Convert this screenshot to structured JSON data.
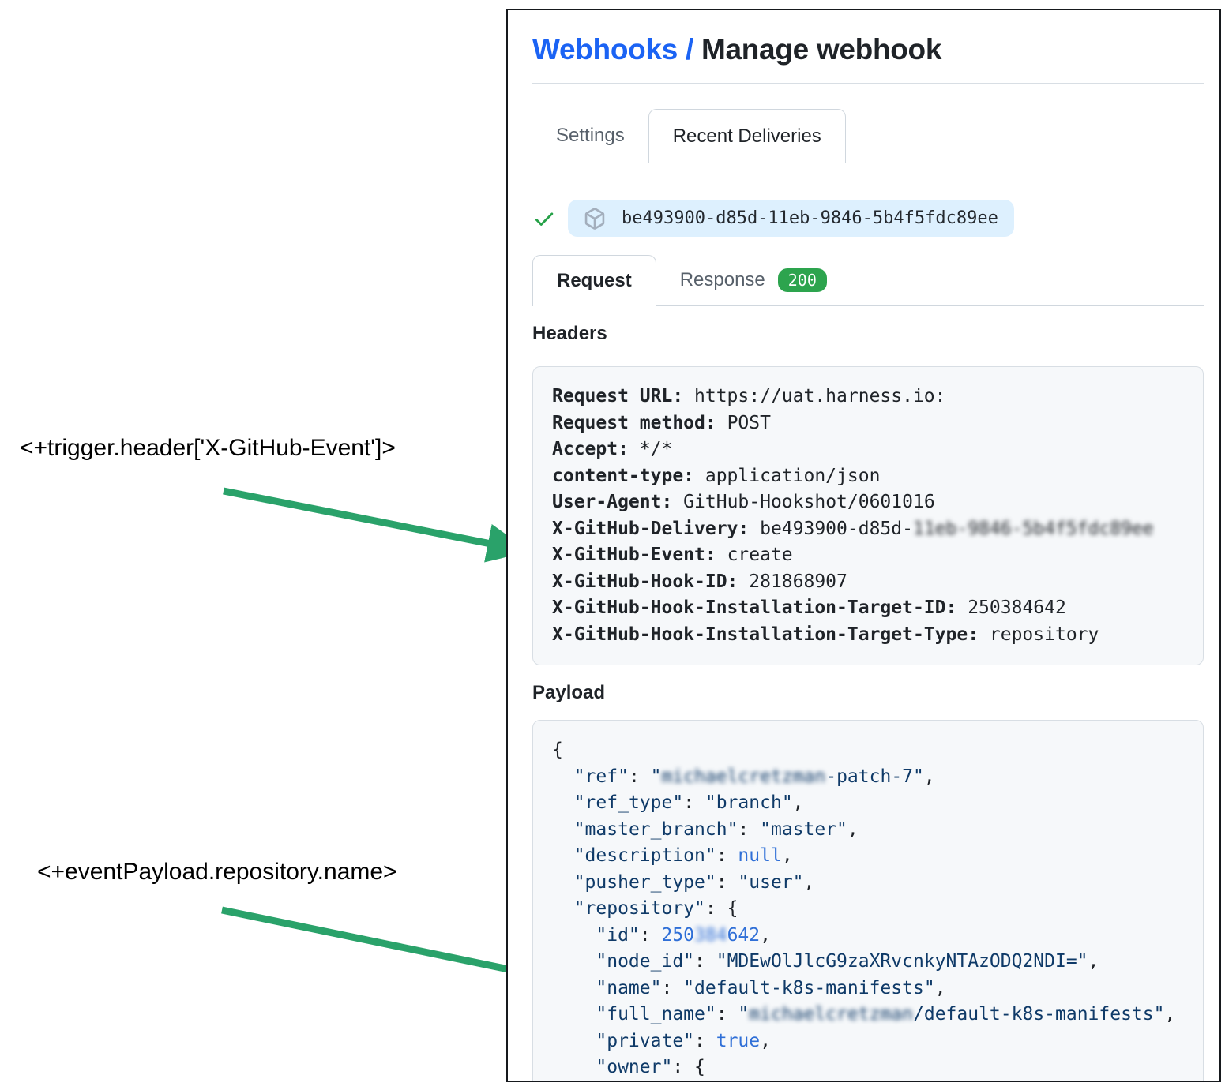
{
  "annotations": {
    "trigger_header_expression": "<+trigger.header['X-GitHub-Event']>",
    "event_payload_expression": "<+eventPayload.repository.name>",
    "arrow_color": "#2aa26a"
  },
  "header": {
    "breadcrumb_link": "Webhooks /",
    "title": "Manage webhook"
  },
  "tabs": {
    "settings": "Settings",
    "recent_deliveries": "Recent Deliveries"
  },
  "delivery": {
    "status": "success",
    "status_icon": "check-icon",
    "guid_icon": "package-icon",
    "guid": "be493900-d85d-11eb-9846-5b4f5fdc89ee",
    "check_color": "#26a148",
    "pill_background": "#ddf0fe"
  },
  "subtabs": {
    "request": "Request",
    "response": "Response",
    "response_status": "200",
    "status_color": "#2da44e"
  },
  "request_view": {
    "headers_title": "Headers",
    "headers": [
      {
        "label": "Request URL:",
        "value": "https://uat.harness.io:"
      },
      {
        "label": "Request method:",
        "value": "POST"
      },
      {
        "label": "Accept:",
        "value": "*/*"
      },
      {
        "label": "content-type:",
        "value": "application/json"
      },
      {
        "label": "User-Agent:",
        "value": "GitHub-Hookshot/0601016"
      },
      {
        "label": "X-GitHub-Delivery:",
        "value": "be493900-d85d-",
        "value_redacted": "11eb-9846-5b4f5fdc89ee"
      },
      {
        "label": "X-GitHub-Event:",
        "value": "create"
      },
      {
        "label": "X-GitHub-Hook-ID:",
        "value": "281868907"
      },
      {
        "label": "X-GitHub-Hook-Installation-Target-ID:",
        "value": "250384642"
      },
      {
        "label": "X-GitHub-Hook-Installation-Target-Type:",
        "value": "repository"
      }
    ],
    "payload_title": "Payload",
    "payload_lines": [
      [
        {
          "t": "{",
          "c": "p"
        }
      ],
      [
        {
          "t": "  ",
          "c": "p"
        },
        {
          "t": "\"ref\"",
          "c": "s"
        },
        {
          "t": ": ",
          "c": "p"
        },
        {
          "t": "\"",
          "c": "s"
        },
        {
          "t": "michaelcretzman",
          "c": "s",
          "b": true
        },
        {
          "t": "-patch-7\"",
          "c": "s"
        },
        {
          "t": ",",
          "c": "p"
        }
      ],
      [
        {
          "t": "  ",
          "c": "p"
        },
        {
          "t": "\"ref_type\"",
          "c": "s"
        },
        {
          "t": ": ",
          "c": "p"
        },
        {
          "t": "\"branch\"",
          "c": "s"
        },
        {
          "t": ",",
          "c": "p"
        }
      ],
      [
        {
          "t": "  ",
          "c": "p"
        },
        {
          "t": "\"master_branch\"",
          "c": "s"
        },
        {
          "t": ": ",
          "c": "p"
        },
        {
          "t": "\"master\"",
          "c": "s"
        },
        {
          "t": ",",
          "c": "p"
        }
      ],
      [
        {
          "t": "  ",
          "c": "p"
        },
        {
          "t": "\"description\"",
          "c": "s"
        },
        {
          "t": ": ",
          "c": "p"
        },
        {
          "t": "null",
          "c": "n"
        },
        {
          "t": ",",
          "c": "p"
        }
      ],
      [
        {
          "t": "  ",
          "c": "p"
        },
        {
          "t": "\"pusher_type\"",
          "c": "s"
        },
        {
          "t": ": ",
          "c": "p"
        },
        {
          "t": "\"user\"",
          "c": "s"
        },
        {
          "t": ",",
          "c": "p"
        }
      ],
      [
        {
          "t": "  ",
          "c": "p"
        },
        {
          "t": "\"repository\"",
          "c": "s"
        },
        {
          "t": ": {",
          "c": "p"
        }
      ],
      [
        {
          "t": "    ",
          "c": "p"
        },
        {
          "t": "\"id\"",
          "c": "s"
        },
        {
          "t": ": ",
          "c": "p"
        },
        {
          "t": "250",
          "c": "n"
        },
        {
          "t": "384",
          "c": "n",
          "b": true
        },
        {
          "t": "642",
          "c": "n"
        },
        {
          "t": ",",
          "c": "p"
        }
      ],
      [
        {
          "t": "    ",
          "c": "p"
        },
        {
          "t": "\"node_id\"",
          "c": "s"
        },
        {
          "t": ": ",
          "c": "p"
        },
        {
          "t": "\"MDEwOlJlcG9zaXRvcnkyNTAzODQ2NDI=\"",
          "c": "s"
        },
        {
          "t": ",",
          "c": "p"
        }
      ],
      [
        {
          "t": "    ",
          "c": "p"
        },
        {
          "t": "\"name\"",
          "c": "s"
        },
        {
          "t": ": ",
          "c": "p"
        },
        {
          "t": "\"default-k8s-manifests\"",
          "c": "s"
        },
        {
          "t": ",",
          "c": "p"
        }
      ],
      [
        {
          "t": "    ",
          "c": "p"
        },
        {
          "t": "\"full_name\"",
          "c": "s"
        },
        {
          "t": ": ",
          "c": "p"
        },
        {
          "t": "\"",
          "c": "s"
        },
        {
          "t": "michaelcretzman",
          "c": "s",
          "b": true
        },
        {
          "t": "/default-k8s-manifests\"",
          "c": "s"
        },
        {
          "t": ",",
          "c": "p"
        }
      ],
      [
        {
          "t": "    ",
          "c": "p"
        },
        {
          "t": "\"private\"",
          "c": "s"
        },
        {
          "t": ": ",
          "c": "p"
        },
        {
          "t": "true",
          "c": "n"
        },
        {
          "t": ",",
          "c": "p"
        }
      ],
      [
        {
          "t": "    ",
          "c": "p"
        },
        {
          "t": "\"owner\"",
          "c": "s"
        },
        {
          "t": ": {",
          "c": "p"
        }
      ]
    ]
  }
}
